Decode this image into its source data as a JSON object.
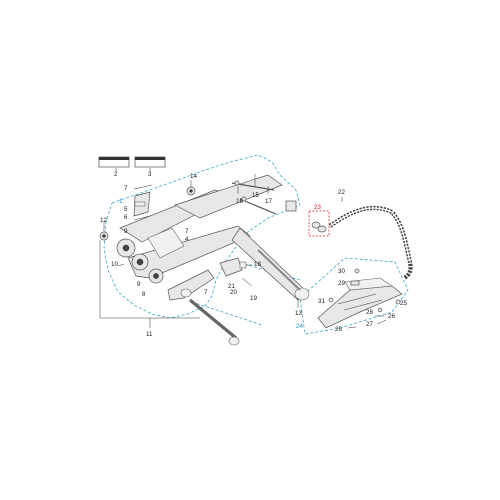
{
  "colors": {
    "callout_blue": "#1f8fd6",
    "callout_red": "#d21f1f",
    "dashed_outline": "#3aa7c9",
    "part_fill": "#e7e7e7"
  },
  "labels": {
    "p1": "1",
    "p2": "2",
    "p3": "3",
    "p4": "4",
    "p5": "5",
    "p6": "6",
    "p7": "7",
    "p7b": "7",
    "p7c": "7",
    "p8": "8",
    "p9": "9",
    "p9b": "9",
    "p10": "10",
    "p11": "11",
    "p12": "12",
    "p13": "13",
    "p14": "14",
    "p15": "15",
    "p16": "16",
    "p17": "17",
    "p18": "18",
    "p19": "19",
    "p20": "20",
    "p21": "21",
    "p22": "22",
    "p23": "23",
    "p24": "24",
    "p25": "25",
    "p26": "26",
    "p26b": "26",
    "p27": "27",
    "p28": "28",
    "p29": "29",
    "p30": "30",
    "p31": "31"
  }
}
